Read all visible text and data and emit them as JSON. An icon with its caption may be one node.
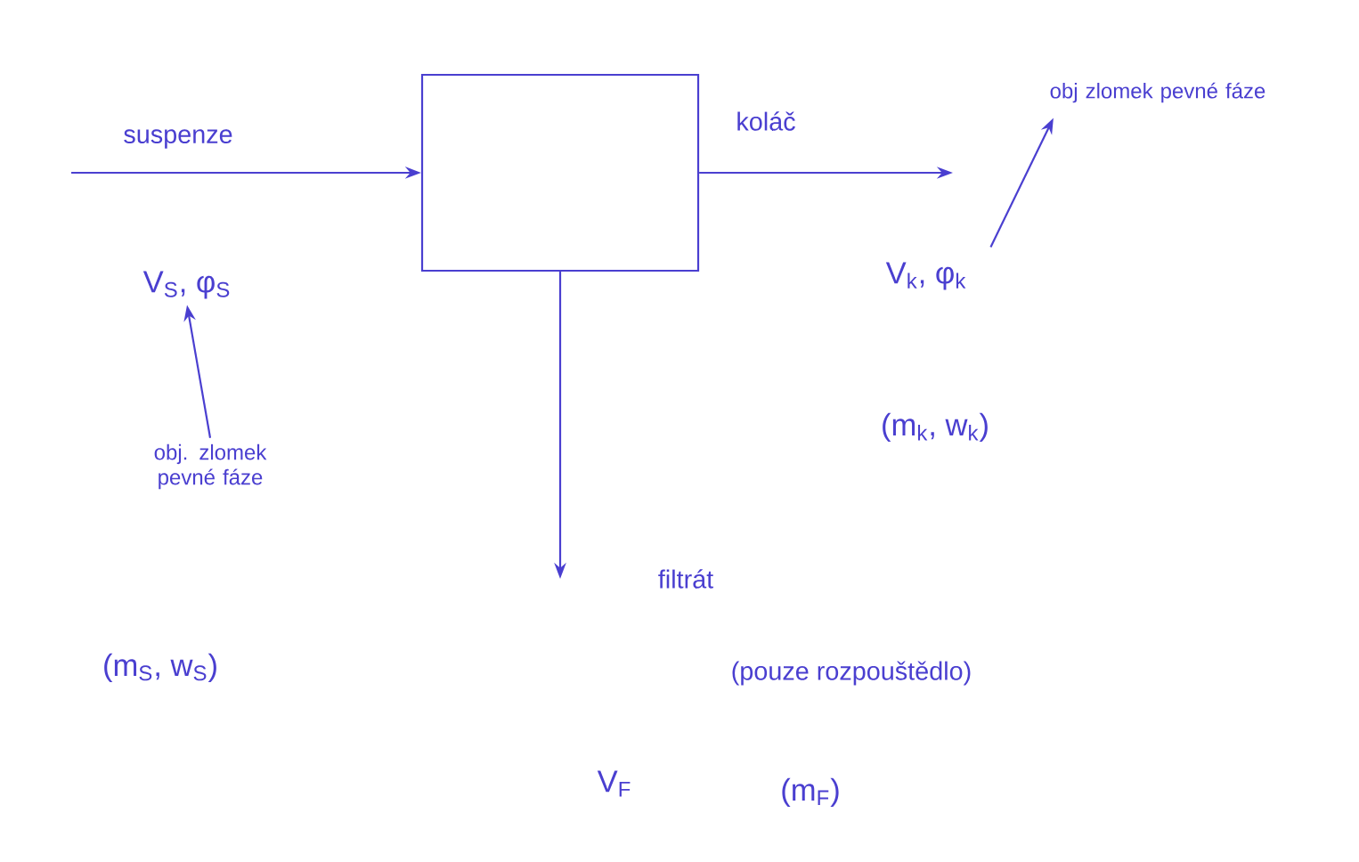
{
  "diagram": {
    "nodes": [
      {
        "text": [],
        "shape": "box"
      },
      {
        "text": [
          "V$_{S}$, φ$_{S}$"
        ]
      },
      {
        "text": [
          "obj. zlomek pevné fáze"
        ]
      },
      {
        "text": [
          "V$_{k}$, φ$_{k}$"
        ]
      },
      {
        "text": [
          "obj zlomek pevné fáze"
        ]
      }
    ],
    "edges": [
      {
        "from": null,
        "to": 0,
        "arrow": "to",
        "label": "suspenze"
      },
      {
        "from": 0,
        "to": null,
        "arrow": "to",
        "label": "koláč"
      },
      {
        "from": 0,
        "to": null,
        "arrow": "to",
        "label": "filtrát"
      },
      {
        "from": 2,
        "to": 1,
        "arrow": "to"
      },
      {
        "from": 3,
        "to": 4,
        "arrow": "to"
      }
    ],
    "labels": [
      "(m$_{S}$, w$_{S}$)",
      "(m$_{k}$, w$_{k}$)",
      "(pouze rozpouštědlo)",
      "V$_{F}$",
      "(m$_{F}$)"
    ]
  }
}
